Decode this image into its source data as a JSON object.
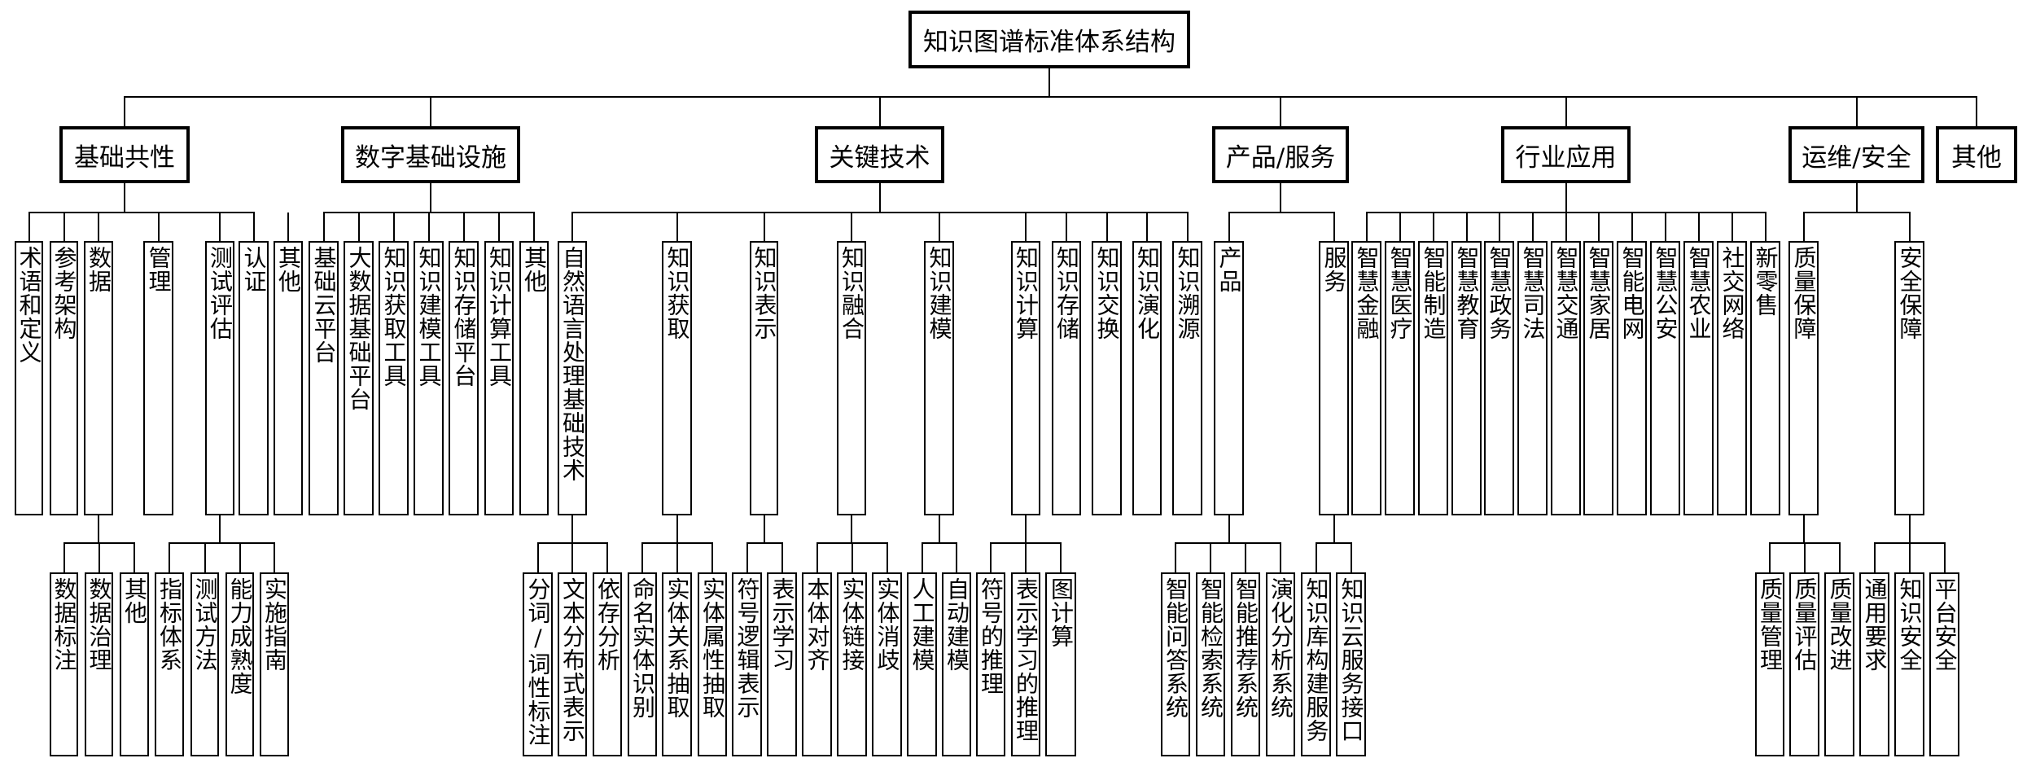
{
  "title": "知识图谱标准体系结构",
  "categories": [
    {
      "label": "基础共性",
      "children": [
        {
          "label": "术语和定义"
        },
        {
          "label": "参考架构"
        },
        {
          "label": "数据",
          "children": [
            {
              "label": "数据标注"
            },
            {
              "label": "数据治理"
            },
            {
              "label": "其他"
            }
          ]
        },
        {
          "label": "管理"
        },
        {
          "label": "测试评估",
          "children": [
            {
              "label": "指标体系"
            },
            {
              "label": "测试方法"
            },
            {
              "label": "能力成熟度"
            },
            {
              "label": "实施指南"
            }
          ]
        },
        {
          "label": "认证"
        },
        {
          "label": "其他"
        }
      ]
    },
    {
      "label": "数字基础设施",
      "children": [
        {
          "label": "基础云平台"
        },
        {
          "label": "大数据基础平台"
        },
        {
          "label": "知识获取工具"
        },
        {
          "label": "知识建模工具"
        },
        {
          "label": "知识存储平台"
        },
        {
          "label": "知识计算工具"
        },
        {
          "label": "其他"
        }
      ]
    },
    {
      "label": "关键技术",
      "children": [
        {
          "label": "自然语言处理基础技术",
          "children": [
            {
              "label": "分词/词性标注"
            },
            {
              "label": "文本分布式表示"
            },
            {
              "label": "依存分析"
            }
          ]
        },
        {
          "label": "知识获取",
          "children": [
            {
              "label": "命名实体识别"
            },
            {
              "label": "实体关系抽取"
            },
            {
              "label": "实体属性抽取"
            }
          ]
        },
        {
          "label": "知识表示",
          "children": [
            {
              "label": "符号逻辑表示"
            },
            {
              "label": "表示学习"
            }
          ]
        },
        {
          "label": "知识融合",
          "children": [
            {
              "label": "本体对齐"
            },
            {
              "label": "实体链接"
            },
            {
              "label": "实体消歧"
            }
          ]
        },
        {
          "label": "知识建模",
          "children": [
            {
              "label": "人工建模"
            },
            {
              "label": "自动建模"
            }
          ]
        },
        {
          "label": "知识计算",
          "children": [
            {
              "label": "符号的推理"
            },
            {
              "label": "表示学习的推理"
            },
            {
              "label": "图计算"
            }
          ]
        },
        {
          "label": "知识存储"
        },
        {
          "label": "知识交换"
        },
        {
          "label": "知识演化"
        },
        {
          "label": "知识溯源"
        }
      ]
    },
    {
      "label": "产品/服务",
      "children": [
        {
          "label": "产品",
          "children": [
            {
              "label": "智能问答系统"
            },
            {
              "label": "智能检索系统"
            },
            {
              "label": "智能推荐系统"
            },
            {
              "label": "演化分析系统"
            }
          ]
        },
        {
          "label": "服务",
          "children": [
            {
              "label": "知识库构建服务"
            },
            {
              "label": "知识云服务接口"
            }
          ]
        }
      ]
    },
    {
      "label": "行业应用",
      "children": [
        {
          "label": "智慧金融"
        },
        {
          "label": "智慧医疗"
        },
        {
          "label": "智能制造"
        },
        {
          "label": "智慧教育"
        },
        {
          "label": "智慧政务"
        },
        {
          "label": "智慧司法"
        },
        {
          "label": "智慧交通"
        },
        {
          "label": "智慧家居"
        },
        {
          "label": "智能电网"
        },
        {
          "label": "智慧公安"
        },
        {
          "label": "智慧农业"
        },
        {
          "label": "社交网络"
        },
        {
          "label": "新零售"
        }
      ]
    },
    {
      "label": "运维/安全",
      "children": [
        {
          "label": "质量保障",
          "children": [
            {
              "label": "质量管理"
            },
            {
              "label": "质量评估"
            },
            {
              "label": "质量改进"
            }
          ]
        },
        {
          "label": "安全保障",
          "children": [
            {
              "label": "通用要求"
            },
            {
              "label": "知识安全"
            },
            {
              "label": "平台安全"
            }
          ]
        }
      ]
    },
    {
      "label": "其他"
    }
  ]
}
